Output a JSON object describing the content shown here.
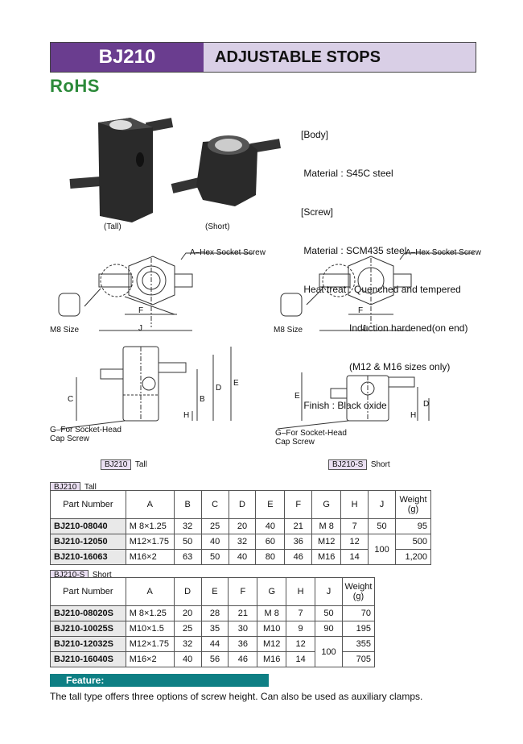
{
  "header": {
    "code": "BJ210",
    "title": "ADJUSTABLE STOPS"
  },
  "rohs": "RoHS",
  "specs": {
    "body_heading": "[Body]",
    "body_material": " Material : S45C steel",
    "screw_heading": "[Screw]",
    "screw_material": " Material : SCM435 steel",
    "heat_treat_1": " Heat treat : Quenched and tempered",
    "heat_treat_2": "                  Induction hardened(on end)",
    "heat_treat_3": "                  (M12 & M16 sizes only)",
    "finish": " Finish : Black oxide"
  },
  "photos": {
    "tall_caption": "(Tall)",
    "short_caption": "(Short)"
  },
  "diagrams": {
    "hex_screw_left": "A–Hex Socket Screw",
    "hex_screw_right": "A–Hex Socket Screw",
    "m8_left": "M8 Size",
    "m8_right": "M8 Size",
    "f": "F",
    "j": "J",
    "c": "C",
    "b": "B",
    "e": "E",
    "h": "H",
    "d": "D",
    "g_note_line1": "G–For Socket-Head",
    "g_note_line2": "Cap Screw",
    "tall_tag": "BJ210",
    "tall_tag_label": "Tall",
    "short_tag": "BJ210-S",
    "short_tag_label": "Short"
  },
  "table_tall": {
    "tag": "BJ210",
    "tag_label": "Tall",
    "headers": [
      "Part Number",
      "A",
      "B",
      "C",
      "D",
      "E",
      "F",
      "G",
      "H",
      "J",
      "Weight\n(g)"
    ],
    "rows": [
      [
        "BJ210-08040",
        "M 8×1.25",
        "32",
        "25",
        "20",
        "40",
        "21",
        "M 8",
        "7",
        "50",
        "95"
      ],
      [
        "BJ210-12050",
        "M12×1.75",
        "50",
        "40",
        "32",
        "60",
        "36",
        "M12",
        "12",
        "100",
        "500"
      ],
      [
        "BJ210-16063",
        "M16×2",
        "63",
        "50",
        "40",
        "80",
        "46",
        "M16",
        "14",
        "",
        "1,200"
      ]
    ]
  },
  "table_short": {
    "tag": "BJ210-S",
    "tag_label": "Short",
    "headers": [
      "Part Number",
      "A",
      "D",
      "E",
      "F",
      "G",
      "H",
      "J",
      "Weight\n(g)"
    ],
    "rows": [
      [
        "BJ210-08020S",
        "M 8×1.25",
        "20",
        "28",
        "21",
        "M 8",
        "7",
        "50",
        "70"
      ],
      [
        "BJ210-10025S",
        "M10×1.5",
        "25",
        "35",
        "30",
        "M10",
        "9",
        "90",
        "195"
      ],
      [
        "BJ210-12032S",
        "M12×1.75",
        "32",
        "44",
        "36",
        "M12",
        "12",
        "100",
        "355"
      ],
      [
        "BJ210-16040S",
        "M16×2",
        "40",
        "56",
        "46",
        "M16",
        "14",
        "",
        "705"
      ]
    ]
  },
  "feature": {
    "label": "Feature:",
    "text": "The tall type offers three options of screw height. Can also be used as auxiliary clamps."
  }
}
